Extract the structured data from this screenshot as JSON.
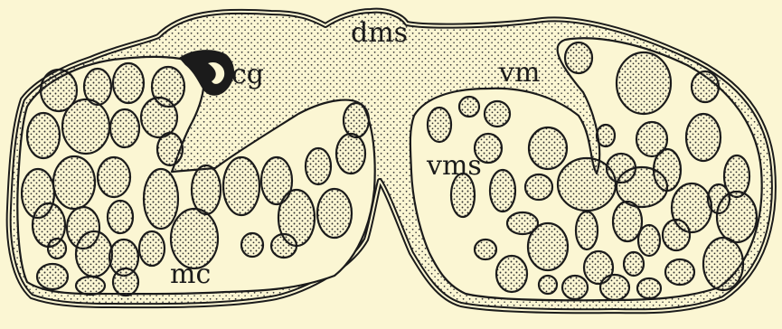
{
  "figure": {
    "background": "#fbf6d3",
    "ink": "#1b1b1b",
    "stipple_ink": "#3a3a3a",
    "labels": {
      "dms": "dms",
      "cg": "cg",
      "vm": "vm",
      "vms": "vms",
      "mc": "mc"
    }
  }
}
